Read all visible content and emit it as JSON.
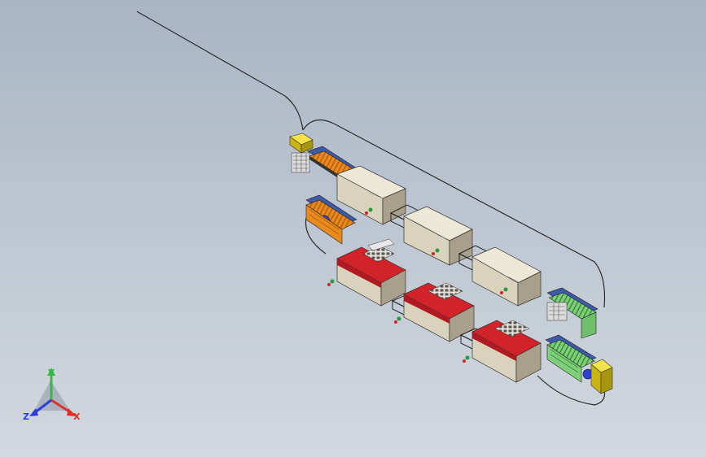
{
  "view": {
    "background_top": "#a9b5c4",
    "background_bottom": "#d2d8df"
  },
  "triad": {
    "x_label": "X",
    "y_label": "Y",
    "z_label": "Z",
    "x_color": "#e0302a",
    "y_color": "#3ab54a",
    "z_color": "#2c3fd8"
  },
  "colors": {
    "machine_beige": "#d9d2bd",
    "machine_shadow": "#a8a08a",
    "oven_red": "#d2232a",
    "conveyor_orange": "#e88a1e",
    "conveyor_green": "#6fbf6a",
    "module_yellow": "#e8d21a",
    "cable": "#2a2a2a"
  }
}
